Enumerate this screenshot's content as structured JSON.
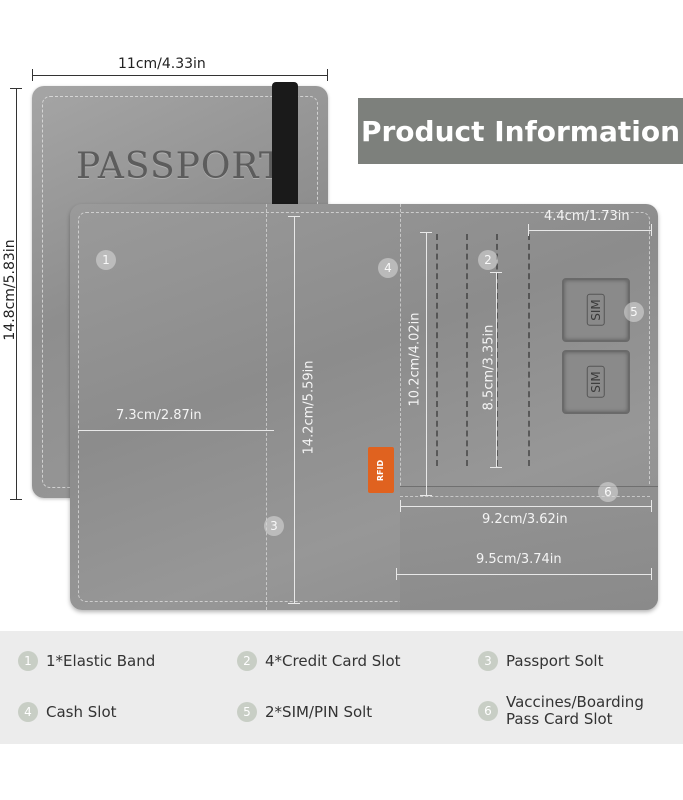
{
  "cover": {
    "title": "PASSPORT"
  },
  "badge": {
    "title": "Product Information",
    "background": "#7d807c"
  },
  "rfid_tag": {
    "label": "RFID",
    "color": "#e0621f"
  },
  "sim_slots": [
    "SIM",
    "SIM"
  ],
  "dimensions": {
    "cover_width": "11cm/4.33in",
    "cover_height": "14.8cm/5.83in",
    "left_panel_width": "7.3cm/2.87in",
    "passport_slot_height": "14.2cm/5.59in",
    "card_slot_width": "4.4cm/1.73in",
    "card_slot_tall": "10.2cm/4.02in",
    "card_slot_short": "8.5cm/3.35in",
    "pocket_width_a": "9.2cm/3.62in",
    "pocket_width_b": "9.5cm/3.74in"
  },
  "markers": [
    "1",
    "2",
    "3",
    "4",
    "5",
    "6"
  ],
  "legend": [
    {
      "num": "1",
      "text": "1*Elastic Band"
    },
    {
      "num": "2",
      "text": "4*Credit Card Slot"
    },
    {
      "num": "3",
      "text": "Passport Solt"
    },
    {
      "num": "4",
      "text": "Cash Slot"
    },
    {
      "num": "5",
      "text": "2*SIM/PIN Solt"
    },
    {
      "num": "6",
      "text": "Vaccines/Boarding Pass Card Slot"
    }
  ]
}
